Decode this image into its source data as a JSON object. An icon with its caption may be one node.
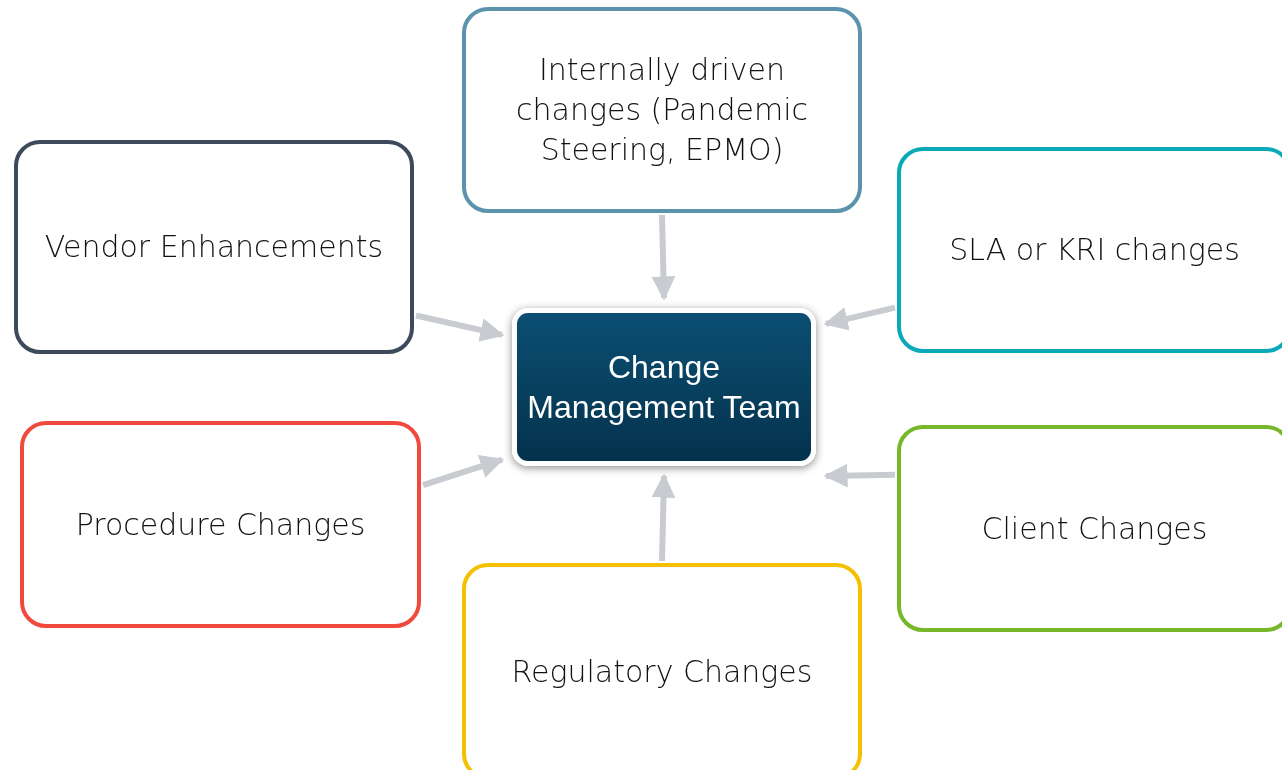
{
  "diagram": {
    "nodes": [
      {
        "text": [
          "Change Management Team"
        ]
      },
      {
        "text": [
          "Internally driven changes (Pandemic Steering, EPMO)"
        ]
      },
      {
        "text": [
          "Vendor Enhancements"
        ]
      },
      {
        "text": [
          "SLA or KRI changes"
        ]
      },
      {
        "text": [
          "Procedure Changes"
        ]
      },
      {
        "text": [
          "Client Changes"
        ]
      },
      {
        "text": [
          "Regulatory Changes"
        ]
      }
    ],
    "edges": [
      {
        "from": 1,
        "to": 0,
        "arrow": "to"
      },
      {
        "from": 2,
        "to": 0,
        "arrow": "to"
      },
      {
        "from": 3,
        "to": 0,
        "arrow": "to"
      },
      {
        "from": 4,
        "to": 0,
        "arrow": "to"
      },
      {
        "from": 5,
        "to": 0,
        "arrow": "to"
      },
      {
        "from": 6,
        "to": 0,
        "arrow": "to"
      }
    ]
  }
}
